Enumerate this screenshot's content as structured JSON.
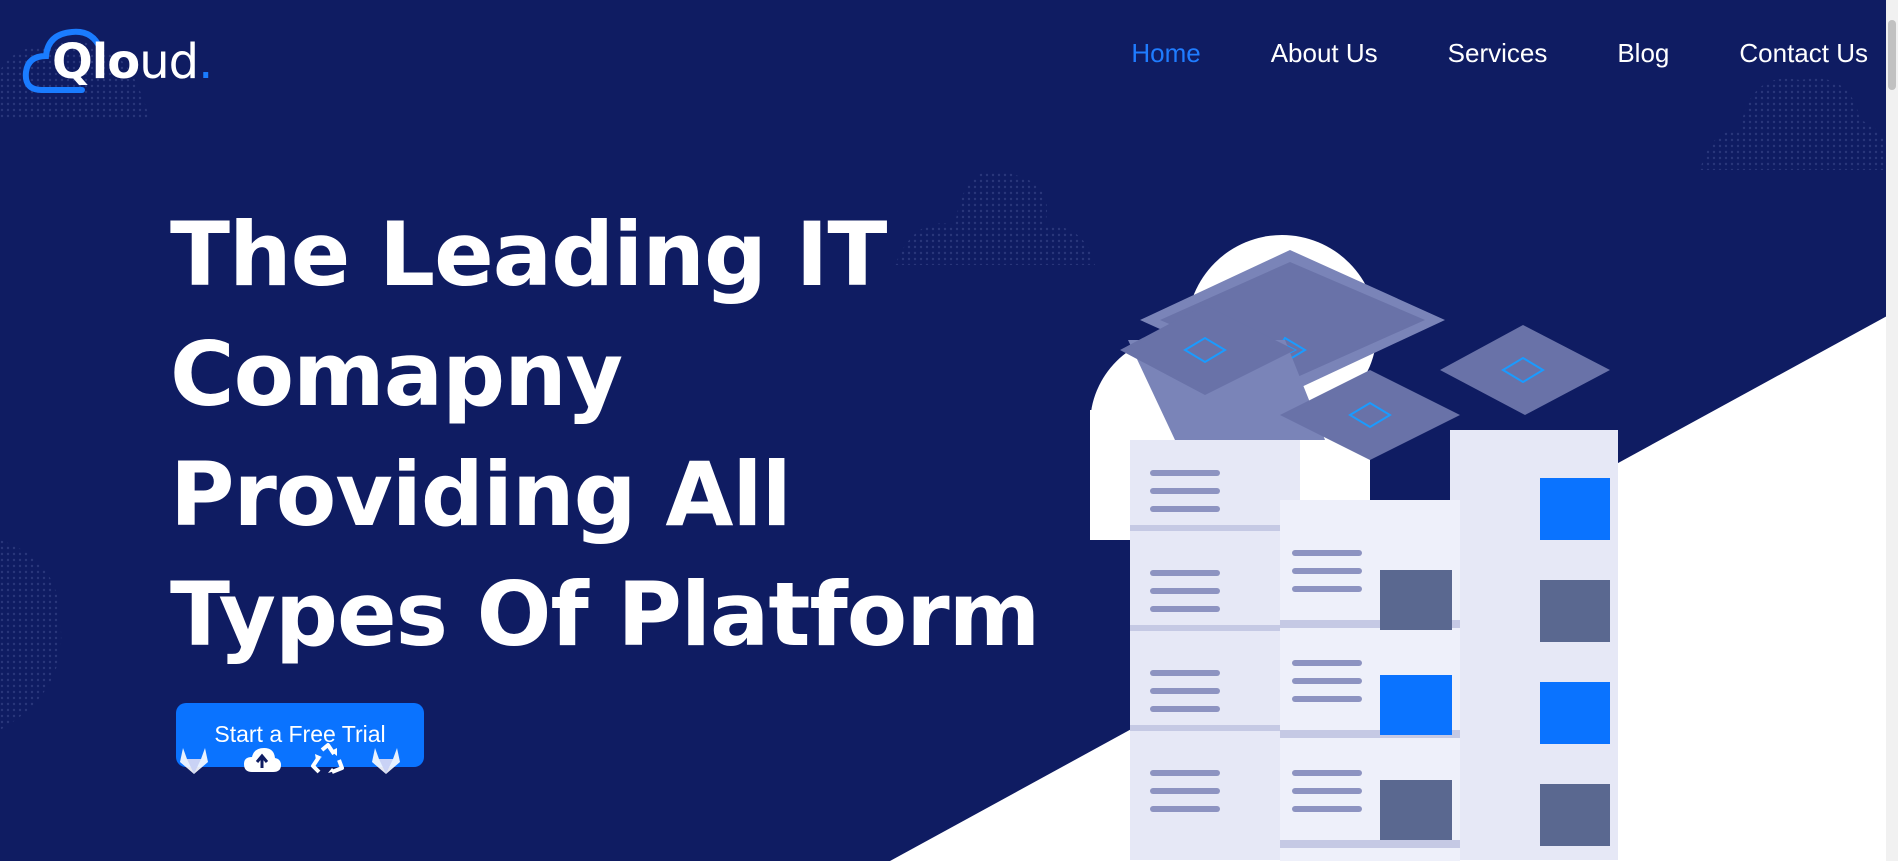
{
  "brand": {
    "logo_bold": "Qlo",
    "logo_thin": "ud",
    "logo_dot": ".",
    "accent_color": "#1a7cff",
    "background_color": "#0f1c62"
  },
  "nav": {
    "items": [
      {
        "label": "Home",
        "active": true
      },
      {
        "label": "About Us",
        "active": false
      },
      {
        "label": "Services",
        "active": false
      },
      {
        "label": "Blog",
        "active": false
      },
      {
        "label": "Contact Us",
        "active": false
      }
    ]
  },
  "hero": {
    "headline_lines": [
      "The Leading IT",
      "Comapny",
      "Providing All",
      "Types Of Platform"
    ],
    "cta_label": "Start a Free Trial",
    "icons": [
      "gitlab-icon",
      "cloud-upload-icon",
      "recycle-icon",
      "gitlab-icon"
    ]
  },
  "illustration": {
    "subject": "server-stack-icon",
    "accent_color": "#0a73ff"
  }
}
